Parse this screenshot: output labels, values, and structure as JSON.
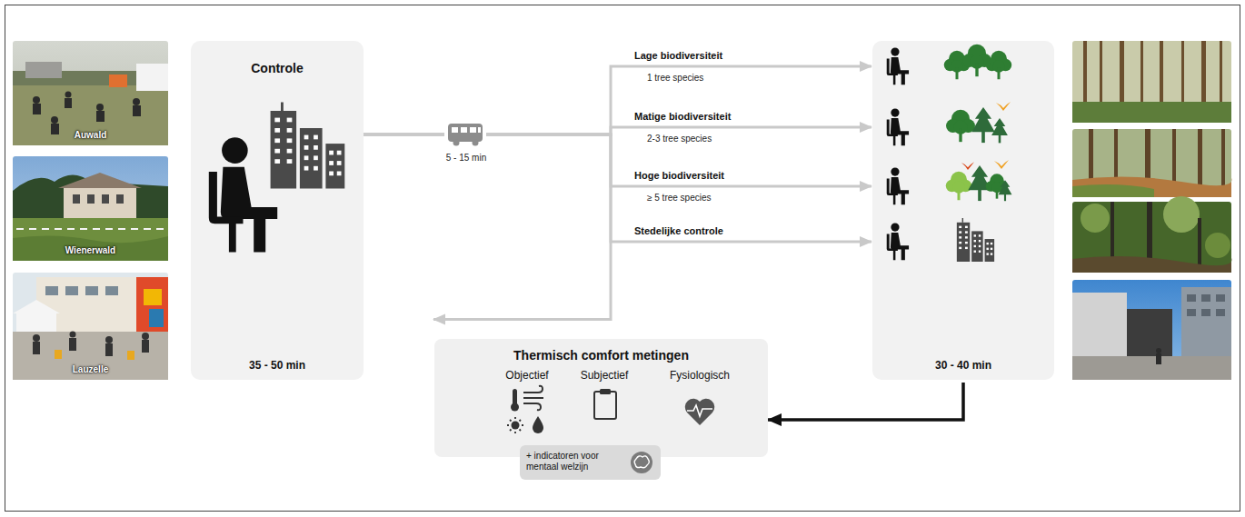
{
  "diagram": {
    "nodes": [
      {
        "text": [
          "Controle",
          "35 - 50 min"
        ]
      },
      {
        "text": [
          "30 - 40 min"
        ]
      },
      {
        "text": [
          "Thermisch comfort metingen",
          "Objectief",
          "Subjectief",
          "Fysiologisch"
        ]
      },
      {
        "text": [
          "+ indicatoren voor mentaal welzijn"
        ]
      }
    ],
    "edges": [
      {
        "from": 0,
        "to": 1,
        "label": "Lage biodiversiteit",
        "arrow": "to"
      },
      {
        "from": 0,
        "to": 1,
        "label": "Matige biodiversiteit",
        "arrow": "to"
      },
      {
        "from": 0,
        "to": 1,
        "label": "Hoge biodiversiteit",
        "arrow": "to"
      },
      {
        "from": 0,
        "to": 1,
        "label": "Stedelijke controle",
        "arrow": "to"
      },
      {
        "from": 0,
        "to": 2,
        "arrow": "to"
      },
      {
        "from": 1,
        "to": 2,
        "arrow": "to"
      }
    ],
    "labels": [
      "Auwald",
      "Wienerwald",
      "Lauzelle",
      "5 - 15 min",
      "1 tree species",
      "2-3 tree species",
      "≥ 5 tree species"
    ]
  }
}
